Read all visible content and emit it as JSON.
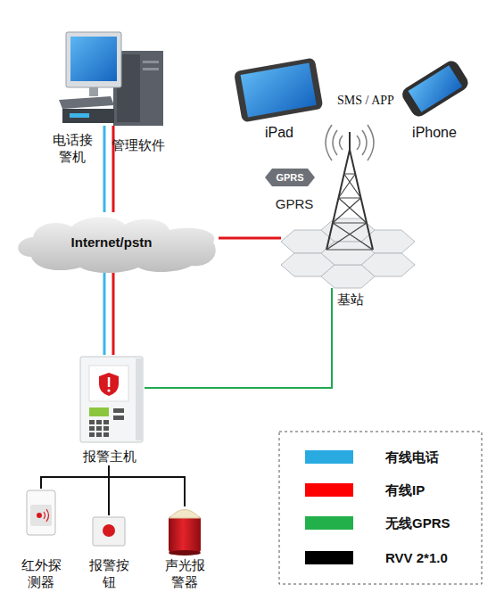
{
  "diagram": {
    "nodes": [
      {
        "text": [
          "电话接警机",
          "管理软件"
        ]
      },
      {
        "text": [
          "iPad"
        ]
      },
      {
        "text": [
          "iPhone"
        ]
      },
      {
        "text": [
          "Internet/pstn"
        ]
      },
      {
        "text": [
          "基站"
        ]
      },
      {
        "text": [
          "报警主机"
        ]
      },
      {
        "text": [
          "红外探测器"
        ]
      },
      {
        "text": [
          "报警按钮"
        ]
      },
      {
        "text": [
          "声光报警器"
        ]
      }
    ],
    "edges": [
      {
        "from": 0,
        "to": 3,
        "arrow": "none"
      },
      {
        "from": 0,
        "to": 3,
        "arrow": "none"
      },
      {
        "from": 3,
        "to": 5,
        "arrow": "none"
      },
      {
        "from": 3,
        "to": 5,
        "arrow": "none"
      },
      {
        "from": 3,
        "to": 4,
        "arrow": "none"
      },
      {
        "from": 4,
        "to": 5,
        "arrow": "none"
      },
      {
        "from": 5,
        "to": 6,
        "arrow": "none"
      },
      {
        "from": 5,
        "to": 7,
        "arrow": "none"
      },
      {
        "from": 5,
        "to": 8,
        "arrow": "none"
      }
    ],
    "labels": [
      "SMS / APP",
      "GPRS",
      "GPRS"
    ],
    "legend": [
      {
        "text": "有线电话",
        "color": "#29abe2"
      },
      {
        "text": "有线IP",
        "color": "#ff0000"
      },
      {
        "text": "无线GPRS",
        "color": "#22b04b"
      },
      {
        "text": "RVV 2*1.0",
        "color": "#000000"
      }
    ]
  }
}
